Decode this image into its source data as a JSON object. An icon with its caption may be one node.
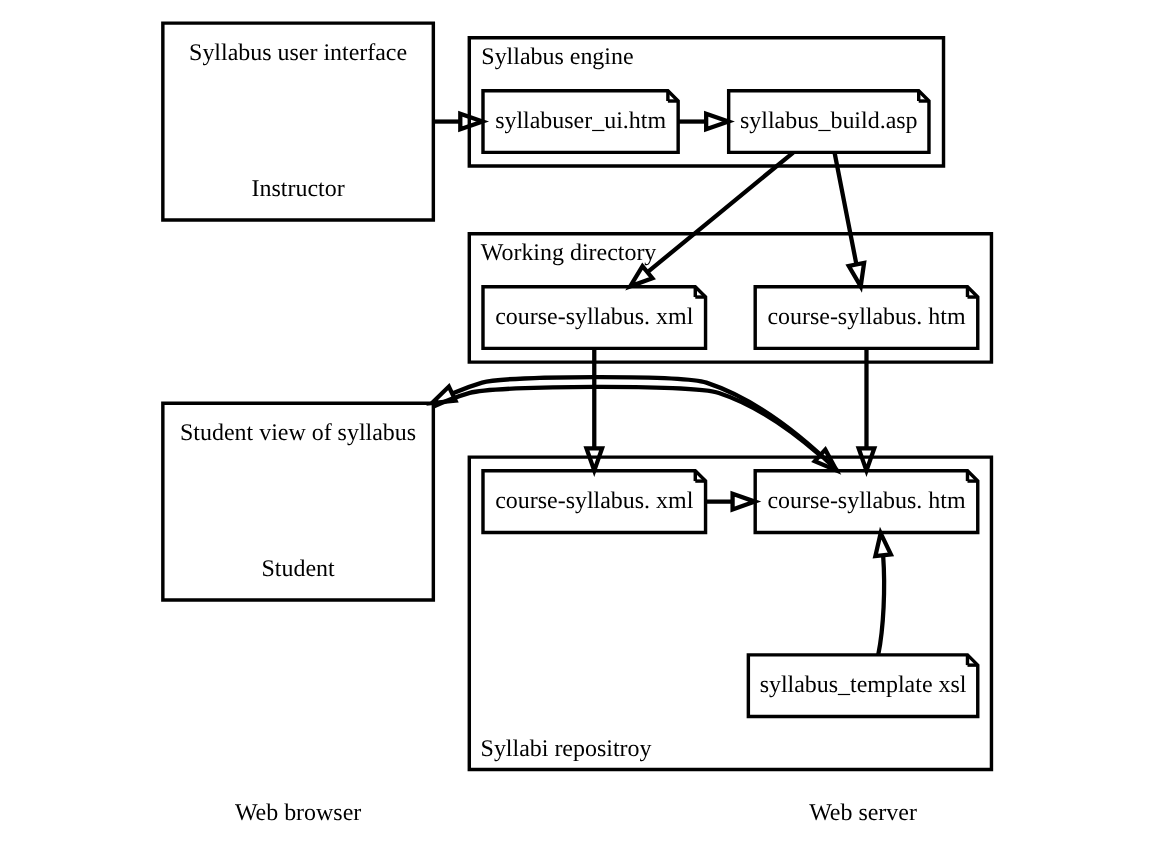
{
  "diagram": {
    "nodes": [
      {
        "text": [
          "Syllabus user interface",
          "Instructor"
        ]
      },
      {
        "text": [
          "Syllabus engine"
        ]
      },
      {
        "text": [
          "syllabuser_ui.htm"
        ],
        "in": 1
      },
      {
        "text": [
          "syllabus_build.asp"
        ],
        "in": 1
      },
      {
        "text": [
          "Working directory"
        ]
      },
      {
        "text": [
          "course-syllabus. htm"
        ],
        "in": 4
      },
      {
        "text": [
          "course-syllabus. xml"
        ],
        "in": 4
      },
      {
        "text": [
          "Student view of syllabus",
          "Student"
        ]
      },
      {
        "text": [
          "Syllabi repositroy"
        ]
      },
      {
        "text": [
          "course-syllabus. htm"
        ],
        "in": 8
      },
      {
        "text": [
          "course-syllabus. xml"
        ],
        "in": 8
      },
      {
        "text": [
          "syllabus_template xsl"
        ],
        "in": 8
      }
    ],
    "edges": [
      {
        "from": 0,
        "to": 2,
        "arrow": "to"
      },
      {
        "from": 2,
        "to": 3,
        "arrow": "to"
      },
      {
        "from": 3,
        "to": 5,
        "arrow": "to"
      },
      {
        "from": 3,
        "to": 6,
        "arrow": "to"
      },
      {
        "from": 5,
        "to": 9,
        "arrow": "to"
      },
      {
        "from": 6,
        "to": 10,
        "arrow": "to"
      },
      {
        "from": 10,
        "to": 9,
        "arrow": "to"
      },
      {
        "from": 11,
        "to": 9,
        "arrow": "to"
      },
      {
        "from": 7,
        "to": 9,
        "arrow": "to"
      },
      {
        "from": 9,
        "to": 7,
        "arrow": "to"
      }
    ],
    "labels": [
      "Web browser",
      "Web server"
    ]
  }
}
